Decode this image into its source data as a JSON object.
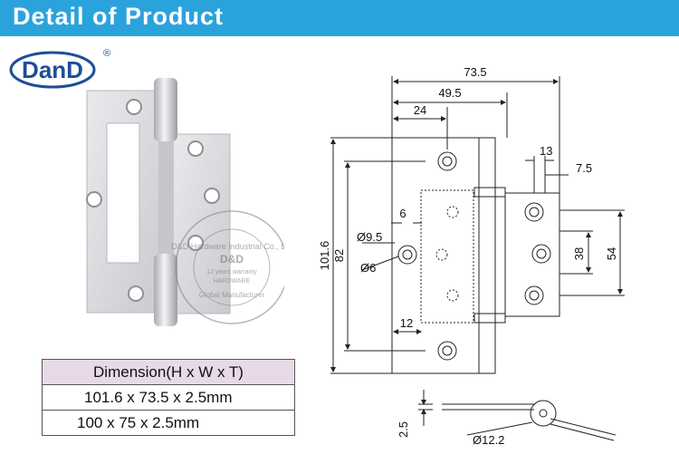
{
  "header": {
    "title": "Detail of Product",
    "bg_color": "#2aa3dc"
  },
  "logo": {
    "text": "DanD",
    "mark": "®",
    "color": "#1d4e96"
  },
  "stamp": {
    "ring_text": "D&D Hardware Industrial Co., Ltd",
    "center_brand": "D&D",
    "center_line1": "12 years warranty",
    "center_line2": "HARDWARE",
    "bottom_text": "Global Manufacturer"
  },
  "dimension_table": {
    "header": "Dimension(H x W x T)",
    "rows": [
      "101.6 x 73.5 x 2.5mm",
      "100 x 75 x 2.5mm"
    ]
  },
  "drawing": {
    "dim_total_width": "73.5",
    "dim_half_width": "49.5",
    "dim_hole_offset": "24",
    "dim_13": "13",
    "dim_7_5": "7.5",
    "dim_6": "6",
    "dim_hole_dia_95": "Ø9.5",
    "dim_hole_dia_6": "Ø6",
    "dim_height_1016": "101.6",
    "dim_height_82": "82",
    "dim_38": "38",
    "dim_54": "54",
    "dim_12": "12",
    "dim_thickness": "2.5",
    "dim_knuckle": "Ø12.2"
  }
}
